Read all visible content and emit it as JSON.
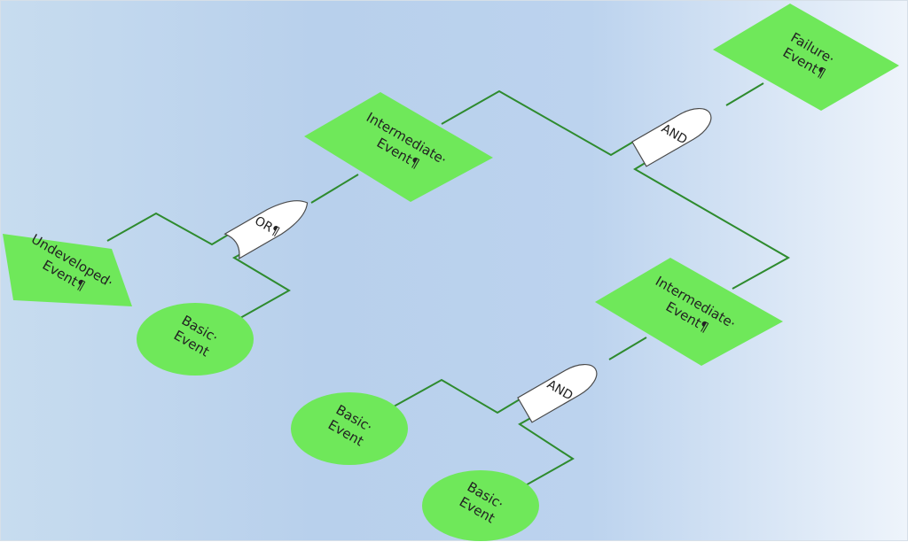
{
  "diagram": {
    "colors": {
      "event_fill": "#6fe85a",
      "wire": "#2e8b2e",
      "gate_fill": "#ffffff"
    },
    "failure_event": {
      "line1": "Failure·",
      "line2": "Event¶"
    },
    "intermediate_event_top": {
      "line1": "Intermediate·",
      "line2": "Event¶"
    },
    "intermediate_event_right": {
      "line1": "Intermediate·",
      "line2": "Event¶"
    },
    "undeveloped_event": {
      "line1": "Undeveloped·",
      "line2": "Event¶"
    },
    "basic_event_left": {
      "line1": "Basic·",
      "line2": "Event"
    },
    "basic_event_mid": {
      "line1": "Basic·",
      "line2": "Event"
    },
    "basic_event_bottom": {
      "line1": "Basic·",
      "line2": "Event"
    },
    "gate_and_top": {
      "label": "AND"
    },
    "gate_or": {
      "label": "OR¶"
    },
    "gate_and_bottom": {
      "label": "AND"
    }
  }
}
